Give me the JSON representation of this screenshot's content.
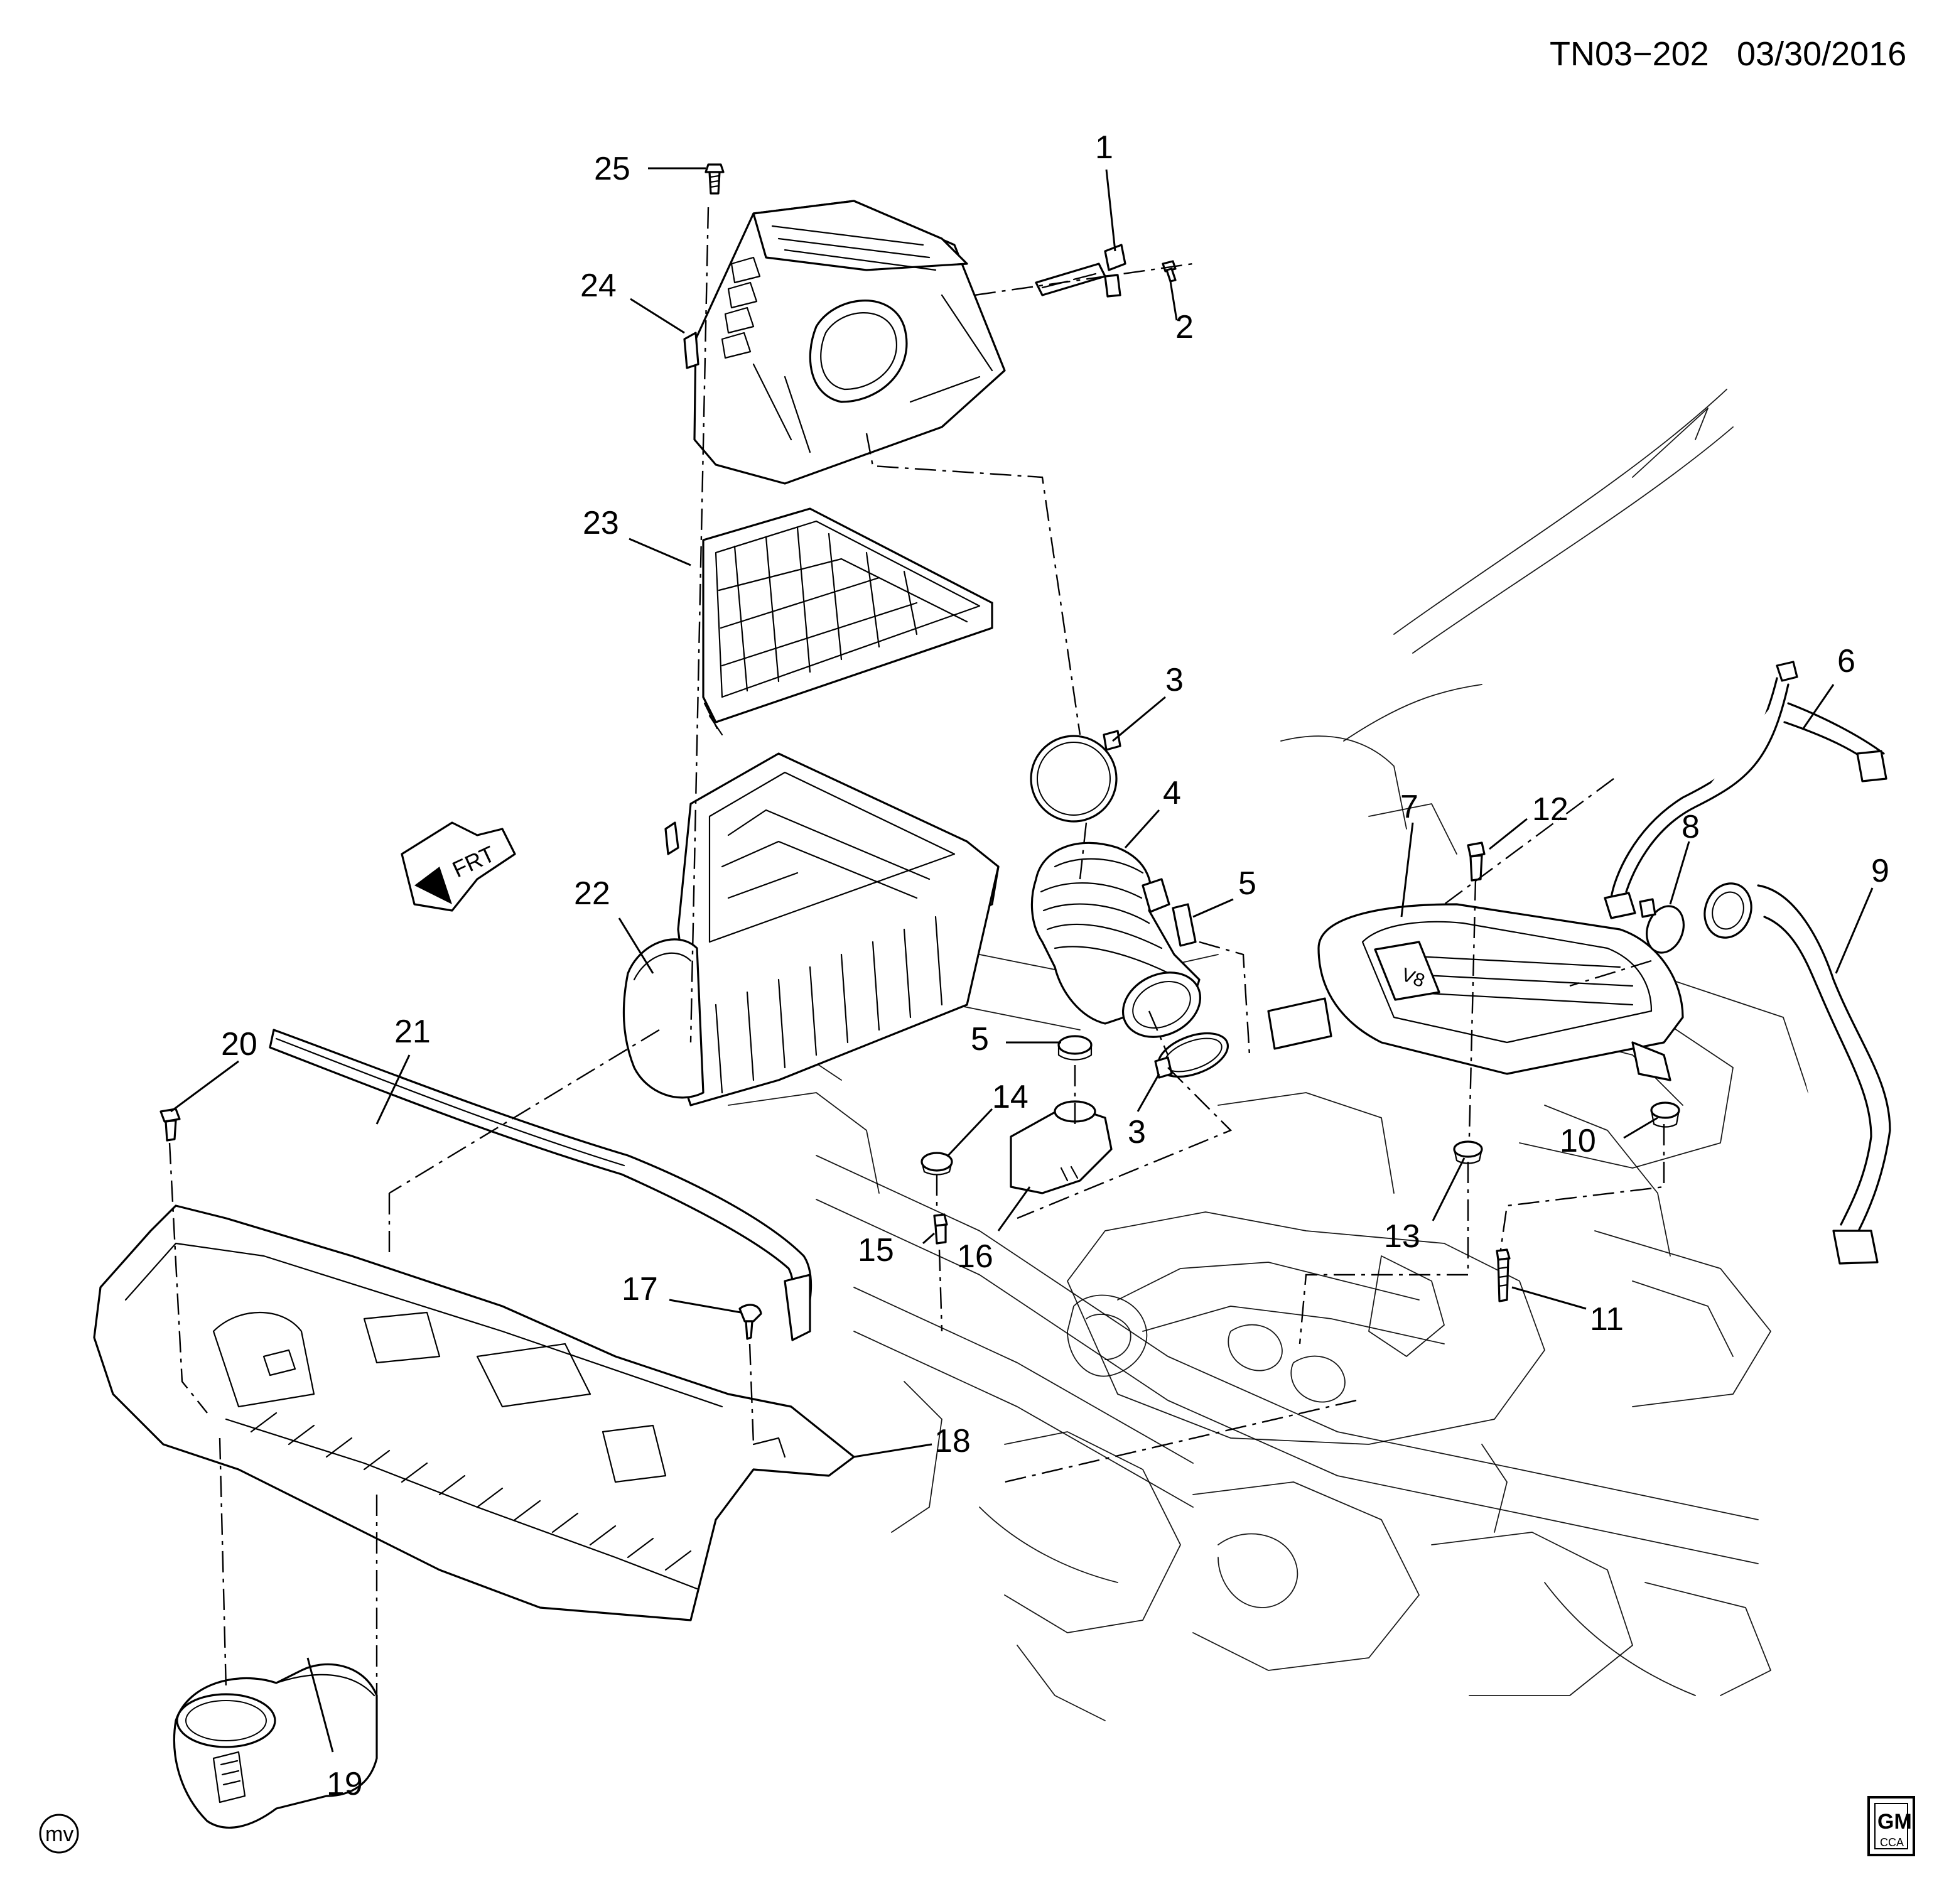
{
  "header": {
    "illustration_code": "TN03−202",
    "date": "03/30/2016"
  },
  "direction_arrow": {
    "label": "FRT"
  },
  "corner_marks": {
    "artist_initials": "mv",
    "logo_top": "GM",
    "logo_bottom": "CCA"
  },
  "callouts": [
    "1",
    "2",
    "3",
    "3",
    "4",
    "5",
    "5",
    "6",
    "7",
    "8",
    "9",
    "10",
    "11",
    "12",
    "13",
    "14",
    "15",
    "16",
    "17",
    "18",
    "19",
    "20",
    "21",
    "22",
    "23",
    "24",
    "25"
  ]
}
